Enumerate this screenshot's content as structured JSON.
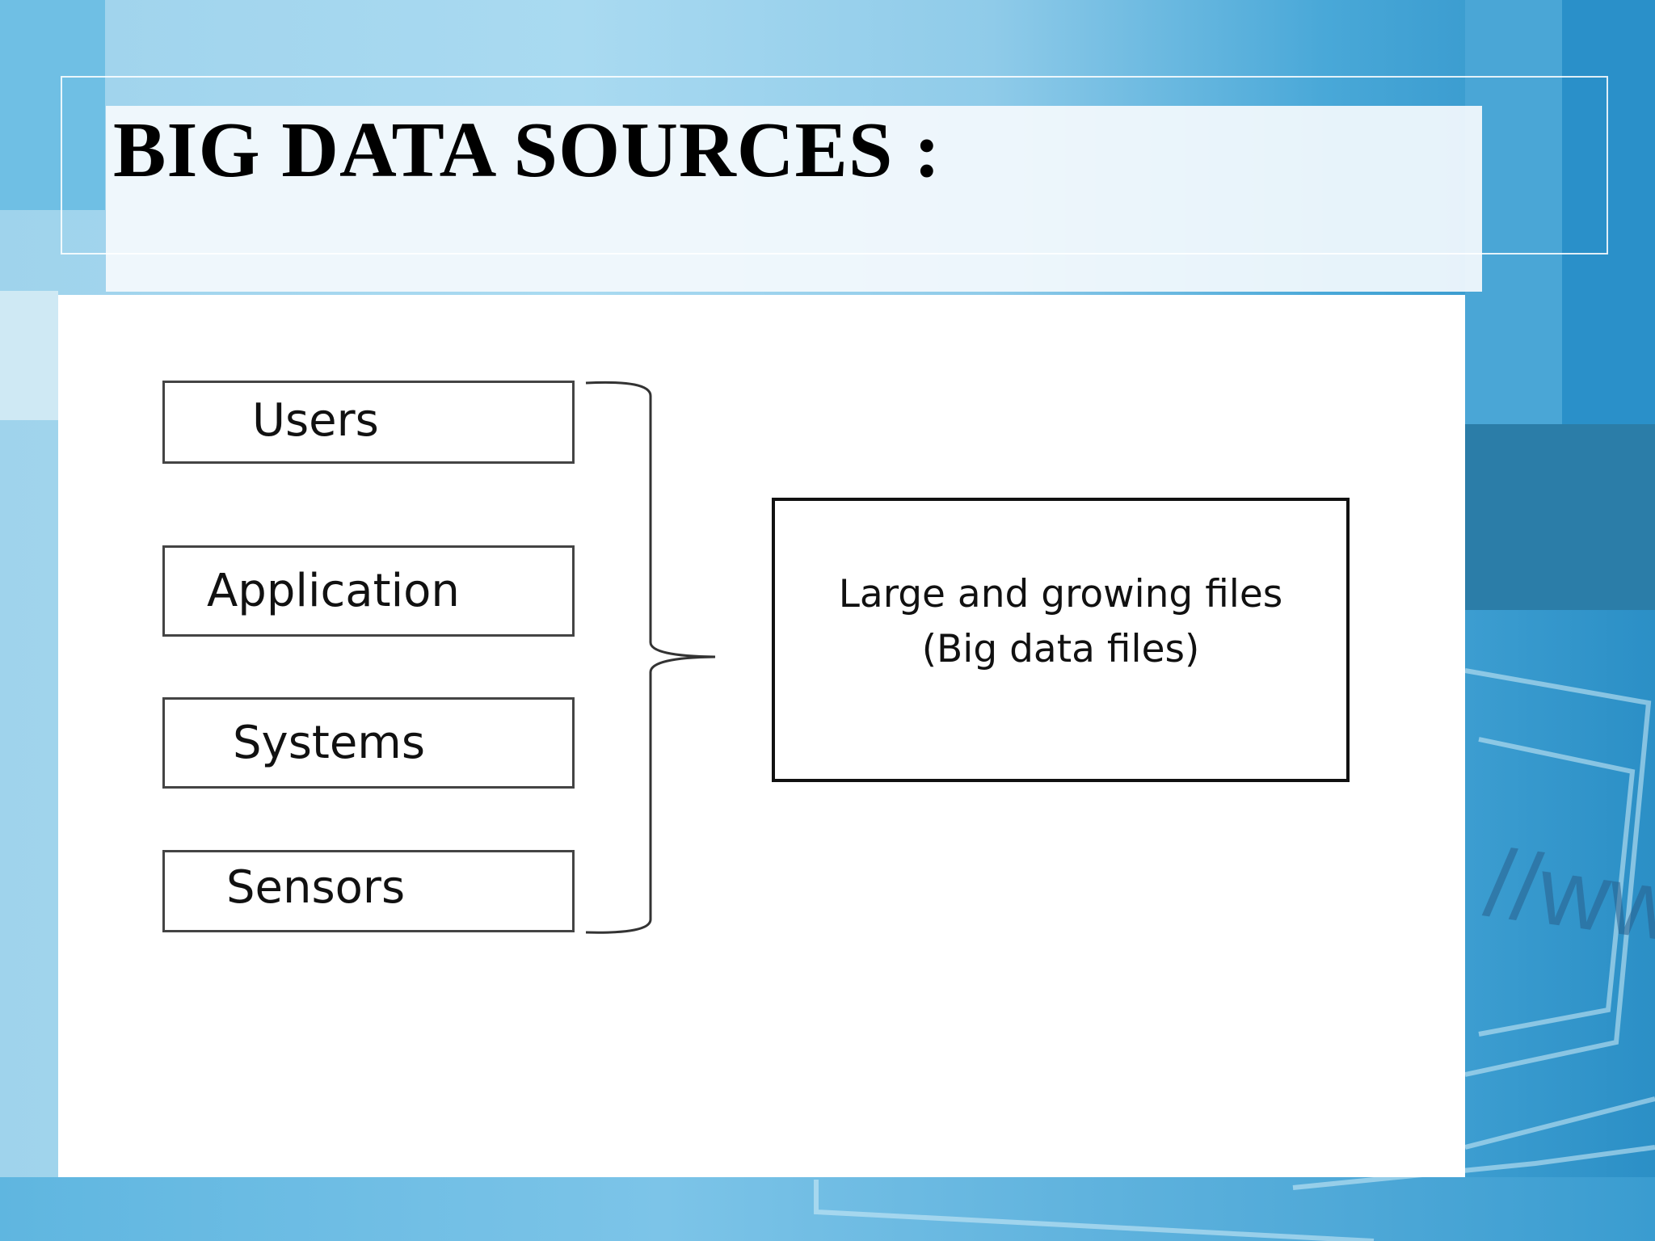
{
  "slide": {
    "title": "BIG DATA SOURCES :",
    "sources": [
      "Users",
      "Application",
      "Systems",
      "Sensors"
    ],
    "target": {
      "line1": "Large and growing files",
      "line2": "(Big data files)"
    },
    "background_text": "//www"
  },
  "colors": {
    "background_light": "#a9daf1",
    "background_dark": "#2b8fc6",
    "panel": "#ffffff",
    "outline": "#111111"
  }
}
